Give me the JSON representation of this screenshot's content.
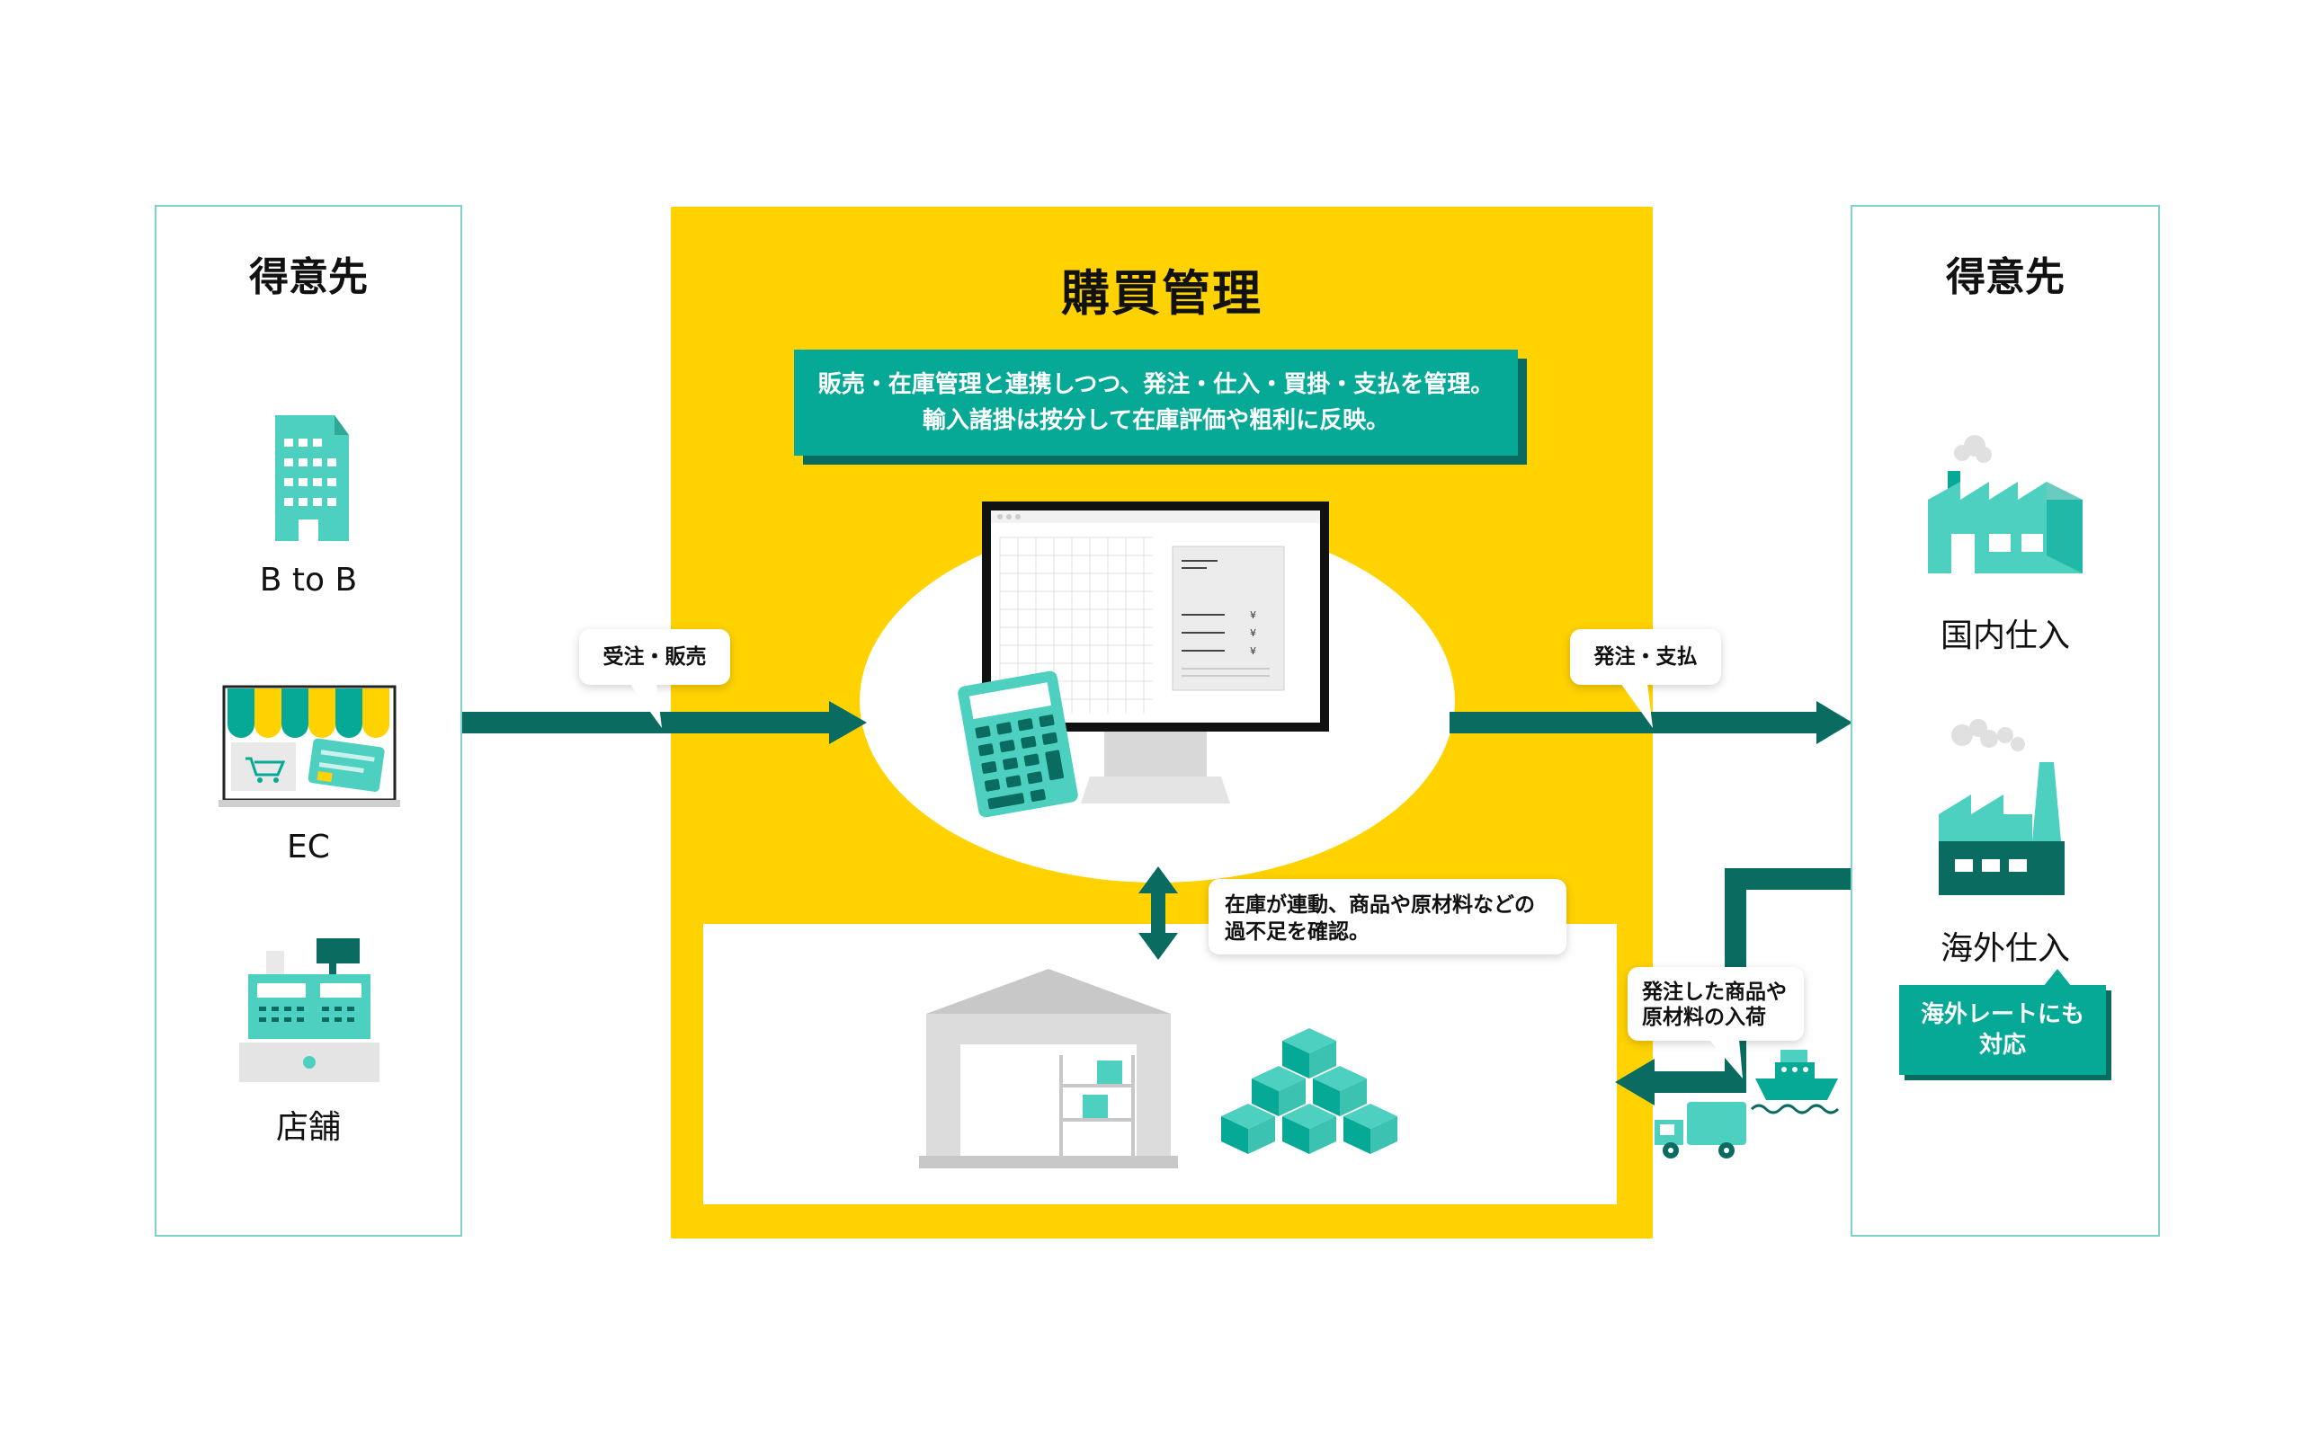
{
  "left_panel": {
    "title": "得意先",
    "items": [
      {
        "label": "B to B",
        "icon": "building-icon"
      },
      {
        "label": "EC",
        "icon": "online-shop-icon"
      },
      {
        "label": "店舗",
        "icon": "cash-register-icon"
      }
    ]
  },
  "center": {
    "title": "購買管理",
    "description_line1": "販売・在庫管理と連携しつつ、発注・仕入・買掛・支払を管理。",
    "description_line2": "輸入諸掛は按分して在庫評価や粗利に反映。",
    "inventory_note_line1": "在庫が連動、商品や原材料などの",
    "inventory_note_line2": "過不足を確認。"
  },
  "flows": {
    "order_sales": "受注・販売",
    "order_payment": "発注・支払",
    "arrival_line1": "発注した商品や",
    "arrival_line2": "原材料の入荷"
  },
  "right_panel": {
    "title": "得意先",
    "items": [
      {
        "label": "国内仕入",
        "icon": "factory-icon"
      },
      {
        "label": "海外仕入",
        "icon": "overseas-factory-icon"
      }
    ],
    "badge_line1": "海外レートにも",
    "badge_line2": "対応"
  },
  "colors": {
    "yellow": "#ffd200",
    "teal": "#06a996",
    "dark_teal": "#0a6b61",
    "icon_teal": "#4dd0c0",
    "panel_border": "#7fd3cb"
  }
}
